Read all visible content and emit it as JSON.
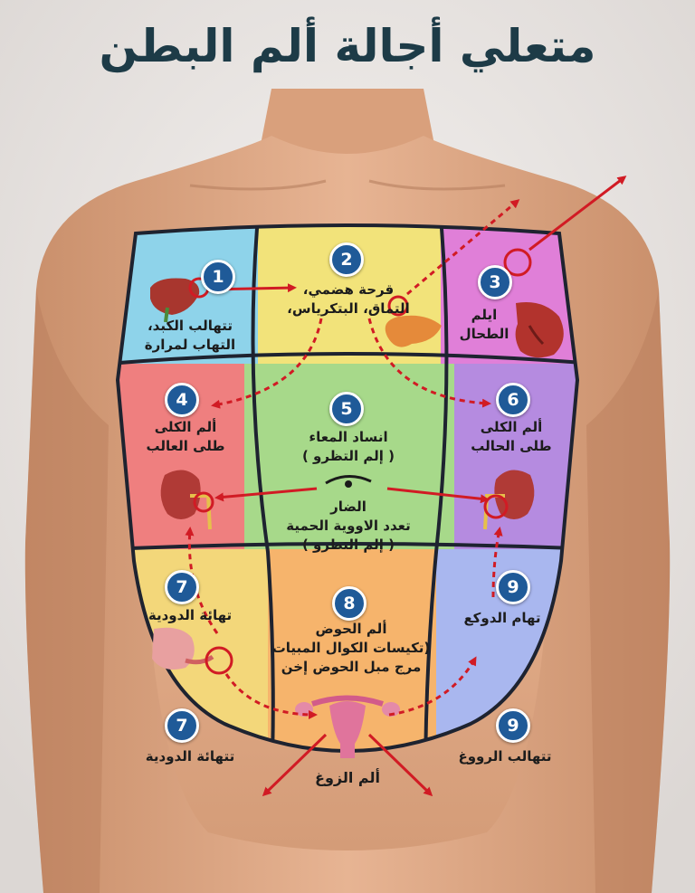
{
  "title": "متعلي أجالة ألم البطن",
  "colors": {
    "title": "#1d3b47",
    "badge": "#1f5a98",
    "arrow": "#d11b24",
    "region_1": "#8ed3ea",
    "region_2": "#f2e37a",
    "region_3": "#e07fd8",
    "region_4": "#ef7f7f",
    "region_5": "#a7d98a",
    "region_6": "#b58be0",
    "region_7": "#f3d77a",
    "region_8": "#f6b46c",
    "region_9": "#a9b7ef"
  },
  "regions": [
    {
      "number": "1",
      "lines": [
        "تتهالب الكبد،",
        "التهاب لمرارة"
      ],
      "icon": "liver-icon"
    },
    {
      "number": "2",
      "lines": [
        "قرحة هضمي،",
        "التماق، البتكرياس،"
      ],
      "icon": "pancreas-icon"
    },
    {
      "number": "3",
      "lines": [
        "ايلم",
        "الطحال"
      ],
      "icon": "spleen-icon"
    },
    {
      "number": "4",
      "lines": [
        "ألم الكلى",
        "طلى العالب"
      ],
      "icon": "kidney-icon"
    },
    {
      "number": "5",
      "lines": [
        "انساد المعاء",
        "( إلم التظرو )"
      ],
      "icon": "none"
    },
    {
      "number": "6",
      "lines": [
        "ألم الكلى",
        "طلى الحالب"
      ],
      "icon": "kidney-icon"
    },
    {
      "number": "7",
      "lines": [
        "تهائة الدودية"
      ],
      "icon": "appendix-icon"
    },
    {
      "number": "8",
      "lines": [
        "ألم الحوض",
        "(تكيسات الكوال المبيات",
        "مرج مبل الحوض إخن"
      ],
      "icon": "uterus-icon"
    },
    {
      "number": "9",
      "lines": [
        "تهام الدوكع"
      ],
      "icon": "none"
    }
  ],
  "center_note": {
    "lines": [
      "الضار",
      "تعدد الاووية الحمية",
      "( إلم التظرو )"
    ]
  },
  "outside": [
    {
      "number": "7",
      "text": "تتهائة الدودية"
    },
    {
      "number": "9",
      "text": "تتهالب الرووغ"
    }
  ],
  "bottom_label": "ألم الزوغ"
}
